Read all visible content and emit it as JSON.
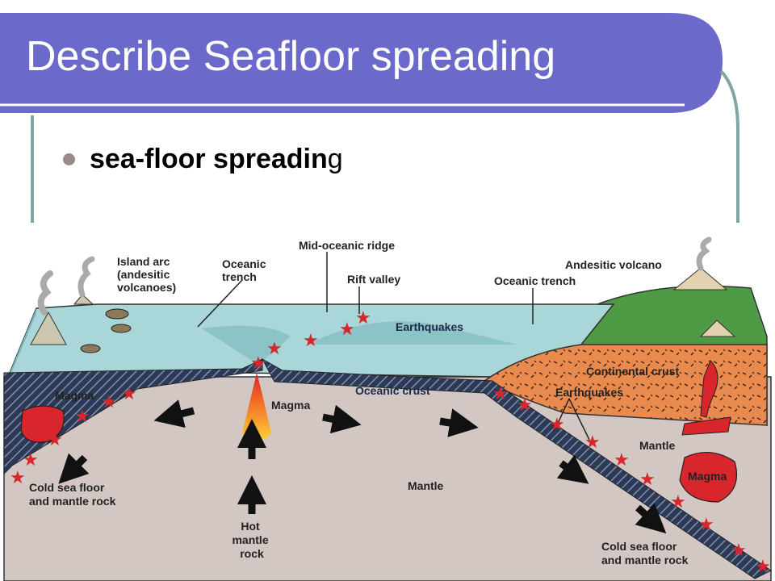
{
  "slide": {
    "title": "Describe Seafloor spreading",
    "bullet_bold": "sea-floor spreadin",
    "bullet_tail": "g",
    "colors": {
      "title_bar": "#6b6acb",
      "accent_line": "#7fa6a3",
      "bullet": "#9b8a8a"
    }
  },
  "diagram": {
    "labels": {
      "island_arc": [
        "Island arc",
        "(andesitic",
        "volcanoes)"
      ],
      "oceanic_trench_left": [
        "Oceanic",
        "trench"
      ],
      "mid_oceanic_ridge": "Mid-oceanic ridge",
      "rift_valley": "Rift valley",
      "earthquakes_ridge": "Earthquakes",
      "andesitic_volcano": "Andesitic volcano",
      "oceanic_trench_right": "Oceanic trench",
      "continental_crust": "Continental crust",
      "earthquakes_right": "Earthquakes",
      "magma_left": "Magma",
      "magma_center": "Magma",
      "oceanic_crust": "Oceanic crust",
      "mantle_right": "Mantle",
      "magma_right": "Magma",
      "mantle_center": "Mantle",
      "cold_left": [
        "Cold sea floor",
        "and mantle rock"
      ],
      "hot_mantle": [
        "Hot",
        "mantle",
        "rock"
      ],
      "cold_right": [
        "Cold sea floor",
        "and mantle rock"
      ]
    },
    "colors": {
      "water": "#a9d6d8",
      "mantle": "#d3c7c4",
      "crust_band": "#2c3a55",
      "continental": "#e98a4e",
      "land": "#4f9a45",
      "magma": "#d8262c",
      "star": "#d8262c"
    }
  }
}
